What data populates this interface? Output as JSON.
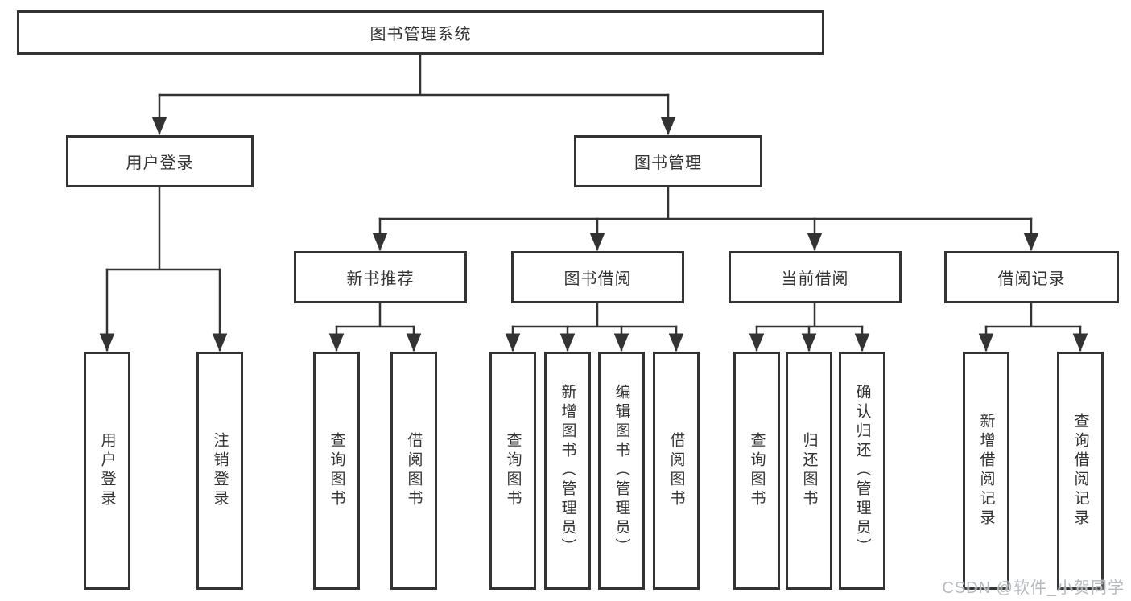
{
  "tree": {
    "label": "图书管理系统",
    "children": [
      {
        "label": "用户登录",
        "children": [
          {
            "label": "用户登录"
          },
          {
            "label": "注销登录"
          }
        ]
      },
      {
        "label": "图书管理",
        "children": [
          {
            "label": "新书推荐",
            "children": [
              {
                "label": "查询图书"
              },
              {
                "label": "借阅图书"
              }
            ]
          },
          {
            "label": "图书借阅",
            "children": [
              {
                "label": "查询图书"
              },
              {
                "label": "新增图书（管理员）"
              },
              {
                "label": "编辑图书（管理员）"
              },
              {
                "label": "借阅图书"
              }
            ]
          },
          {
            "label": "当前借阅",
            "children": [
              {
                "label": "查询图书"
              },
              {
                "label": "归还图书"
              },
              {
                "label": "确认归还（管理员）"
              }
            ]
          },
          {
            "label": "借阅记录",
            "children": [
              {
                "label": "新增借阅记录"
              },
              {
                "label": "查询借阅记录"
              }
            ]
          }
        ]
      }
    ]
  },
  "watermark": "CSDN @软件_小贺同学",
  "colors": {
    "line": "#333333",
    "box_border": "#333333",
    "text": "#333333",
    "watermark": "#b6bac0",
    "background": "#ffffff"
  }
}
